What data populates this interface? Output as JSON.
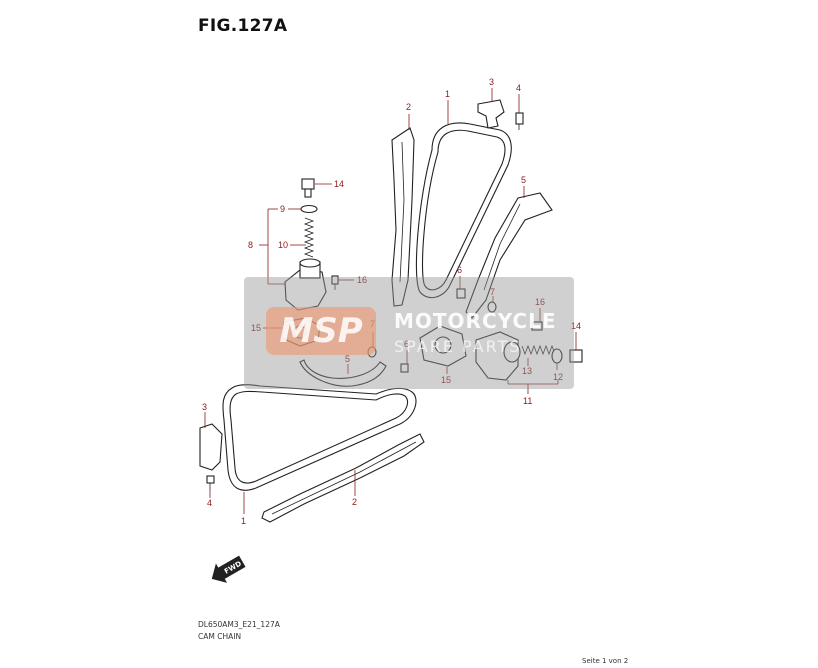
{
  "figure": {
    "title": "FIG.127A",
    "model_code": "DL650AM3_E21_127A",
    "assembly_name": "CAM CHAIN"
  },
  "page_indicator": "Seite 1 von 2",
  "watermark": {
    "logo_text": "MSP",
    "line1": "MOTORCYCLE",
    "line2": "SPARE PARTS"
  },
  "direction_marker": {
    "label": "FWD"
  },
  "callouts": [
    {
      "id": "c1a",
      "number": "1"
    },
    {
      "id": "c1b",
      "number": "1"
    },
    {
      "id": "c2a",
      "number": "2"
    },
    {
      "id": "c2b",
      "number": "2"
    },
    {
      "id": "c3a",
      "number": "3"
    },
    {
      "id": "c3b",
      "number": "3"
    },
    {
      "id": "c4a",
      "number": "4"
    },
    {
      "id": "c4b",
      "number": "4"
    },
    {
      "id": "c5a",
      "number": "5"
    },
    {
      "id": "c5b",
      "number": "5"
    },
    {
      "id": "c6a",
      "number": "6"
    },
    {
      "id": "c6b",
      "number": "6"
    },
    {
      "id": "c7a",
      "number": "7"
    },
    {
      "id": "c7b",
      "number": "7"
    },
    {
      "id": "c8",
      "number": "8"
    },
    {
      "id": "c9",
      "number": "9"
    },
    {
      "id": "c10",
      "number": "10"
    },
    {
      "id": "c11",
      "number": "11"
    },
    {
      "id": "c12",
      "number": "12"
    },
    {
      "id": "c13",
      "number": "13"
    },
    {
      "id": "c14a",
      "number": "14"
    },
    {
      "id": "c14b",
      "number": "14"
    },
    {
      "id": "c15a",
      "number": "15"
    },
    {
      "id": "c15b",
      "number": "15"
    },
    {
      "id": "c16a",
      "number": "16"
    },
    {
      "id": "c16b",
      "number": "16"
    }
  ],
  "colors": {
    "callout": "#8b1a1a",
    "line_art": "#222222",
    "watermark_gray": "#969696",
    "watermark_logo": "#f0966e"
  }
}
